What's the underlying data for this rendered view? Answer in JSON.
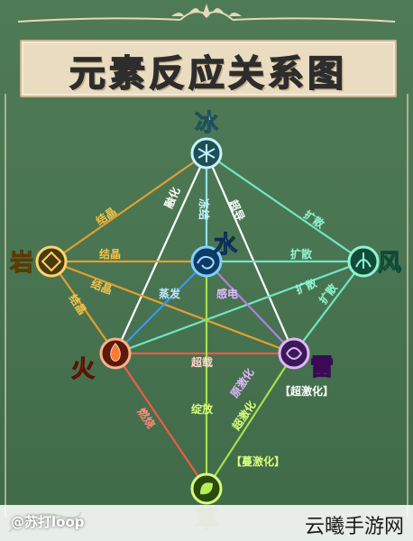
{
  "title": "元素反应关系图",
  "elements": {
    "ice": {
      "label": "冰",
      "color": "#8fe0f0"
    },
    "water": {
      "label": "水",
      "color": "#2a8be0"
    },
    "rock": {
      "label": "岩",
      "color": "#f0b53a"
    },
    "wind": {
      "label": "风",
      "color": "#5fe0b0"
    },
    "fire": {
      "label": "火",
      "color": "#f04a2a"
    },
    "thunder": {
      "label": "雷",
      "color": "#d77bea"
    },
    "grass": {
      "label": "草",
      "color": "#a6e04a"
    }
  },
  "reactions": {
    "ice_rock": "结晶",
    "ice_fire": "融化",
    "ice_water": "冻结",
    "ice_thunder": "超导",
    "ice_wind": "扩散",
    "water_rock": "结晶",
    "water_wind": "扩散",
    "water_fire": "蒸发",
    "water_thunder": "感电",
    "rock_fire": "结晶",
    "rock_thunder": "结晶",
    "wind_fire": "扩散",
    "wind_thunder": "扩散",
    "fire_thunder": "超载",
    "fire_grass": "燃烧",
    "water_grass": "绽放",
    "thunder_grass_a": "原激化",
    "thunder_grass_b": "超激化",
    "thunder_grass_tag": "【超激化】",
    "grass_tag": "【蔓激化】"
  },
  "watermark_left": "@苏打loop",
  "watermark_right": "云曦手游网",
  "colors": {
    "background": "#4a7552",
    "banner": "#e9dcc0",
    "title_text": "#2d2d2d",
    "label_ice": "#8fe0f0",
    "label_rock": "#f0b53a",
    "label_wind": "#5fe0b0",
    "label_fire": "#f04a2a",
    "label_thunder": "#a040c0",
    "label_grass": "#a6e04a"
  }
}
